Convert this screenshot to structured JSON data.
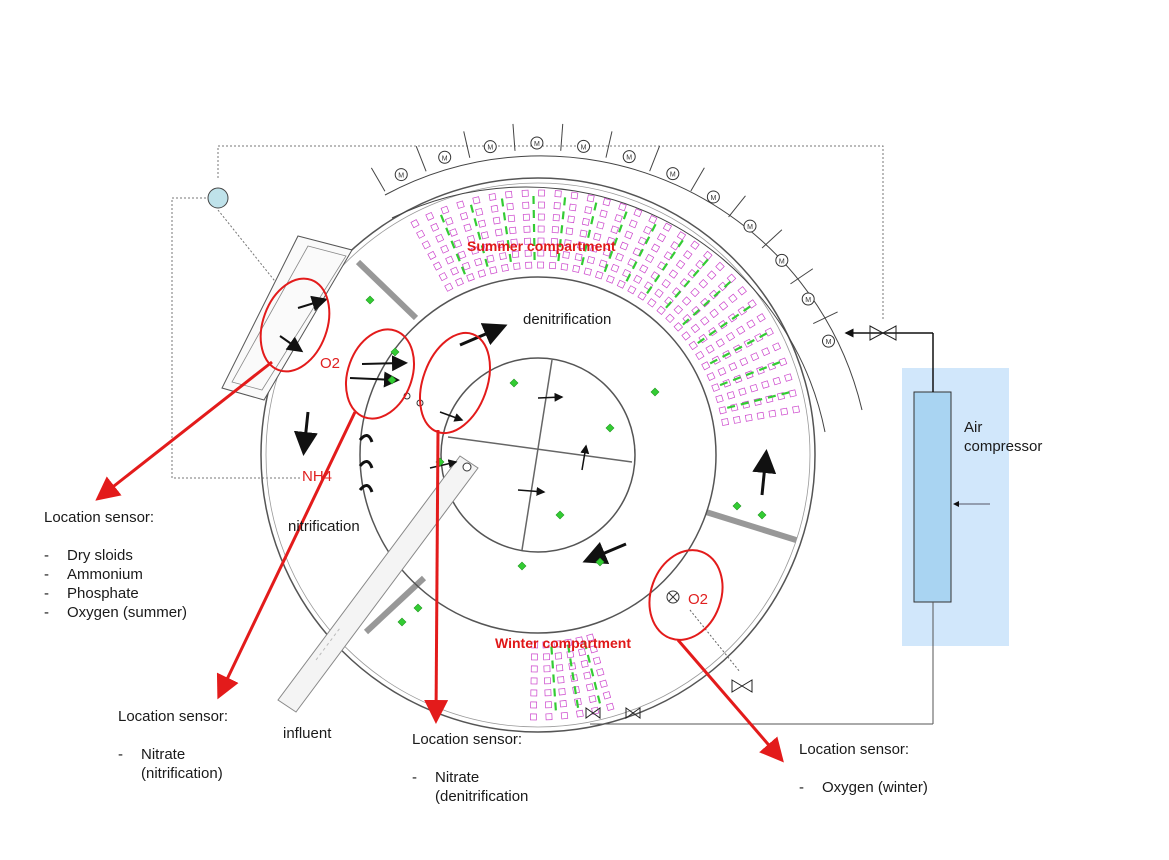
{
  "compartments": {
    "summer": "Summer compartment",
    "winter": "Winter compartment"
  },
  "zones": {
    "denitrification": "denitrification",
    "nitrification": "nitrification",
    "influent": "influent"
  },
  "markers": {
    "o2_summer": "O2",
    "o2_winter": "O2",
    "nh4": "NH4"
  },
  "equipment": {
    "air_compressor_line1": "Air",
    "air_compressor_line2": "compressor",
    "motor_symbol": "M"
  },
  "sensors": [
    {
      "title": "Location sensor:",
      "items": [
        "Dry sloids",
        "Ammonium",
        "Phosphate",
        "Oxygen (summer)"
      ]
    },
    {
      "title": "Location sensor:",
      "items": [
        "Nitrate",
        "(nitrification)"
      ]
    },
    {
      "title": "Location sensor:",
      "items": [
        "Nitrate",
        "(denitrification"
      ]
    },
    {
      "title": "Location sensor:",
      "items": [
        "Oxygen (winter)"
      ]
    }
  ],
  "colors": {
    "sensor_highlight": "#e31b1b",
    "diffuser_green": "#33cc33",
    "aerator_magenta": "#cc44cc",
    "compressor_fill": "#bfe0f8",
    "compressor_body": "#a9d4f2",
    "structure": "#555555"
  }
}
